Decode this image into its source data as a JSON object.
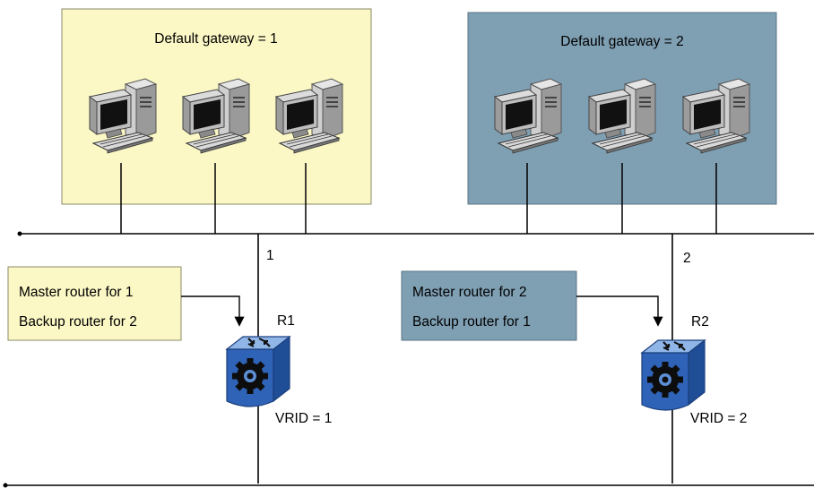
{
  "groups": [
    {
      "label": "Default gateway = 1",
      "fill": "#fbf8c5"
    },
    {
      "label": "Default gateway = 2",
      "fill": "#7f9fb3"
    }
  ],
  "routers": [
    {
      "name": "R1",
      "link_number": "1",
      "vrid_label": "VRID = 1",
      "role_box": {
        "line1": "Master router for 1",
        "line2": "Backup router for 2",
        "fill": "#fbf8c5"
      }
    },
    {
      "name": "R2",
      "link_number": "2",
      "vrid_label": "VRID = 2",
      "role_box": {
        "line1": "Master router for 2",
        "line2": "Backup router for 1",
        "fill": "#7f9fb3"
      }
    }
  ],
  "colors": {
    "router_body": "#3d6fc0",
    "router_top": "#8fb6e6",
    "line": "#000000"
  },
  "icons": [
    "desktop-computer-icon",
    "router-icon"
  ]
}
